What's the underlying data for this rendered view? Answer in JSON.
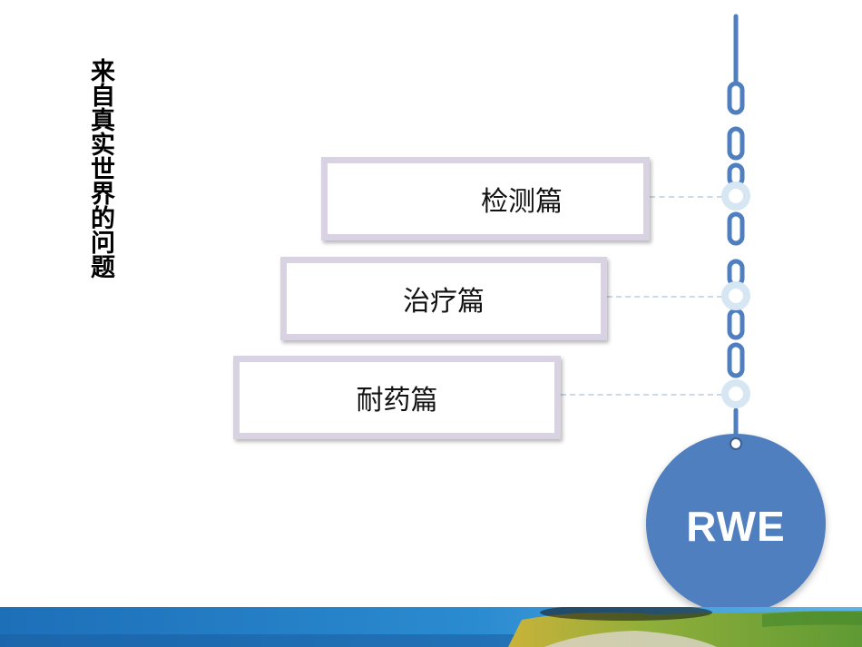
{
  "sidebar": {
    "title": "来自真实世界的问题"
  },
  "cards": [
    {
      "label": "检测篇"
    },
    {
      "label": "治疗篇"
    },
    {
      "label": "耐药篇"
    }
  ],
  "ball": {
    "label": "RWE"
  },
  "colors": {
    "chain": "#4f7fbe",
    "ring": "#d6e6f2",
    "card_frame": "#d9d2e3",
    "ball": "#4f7fbe",
    "footer_blue": "#2a86c8"
  }
}
